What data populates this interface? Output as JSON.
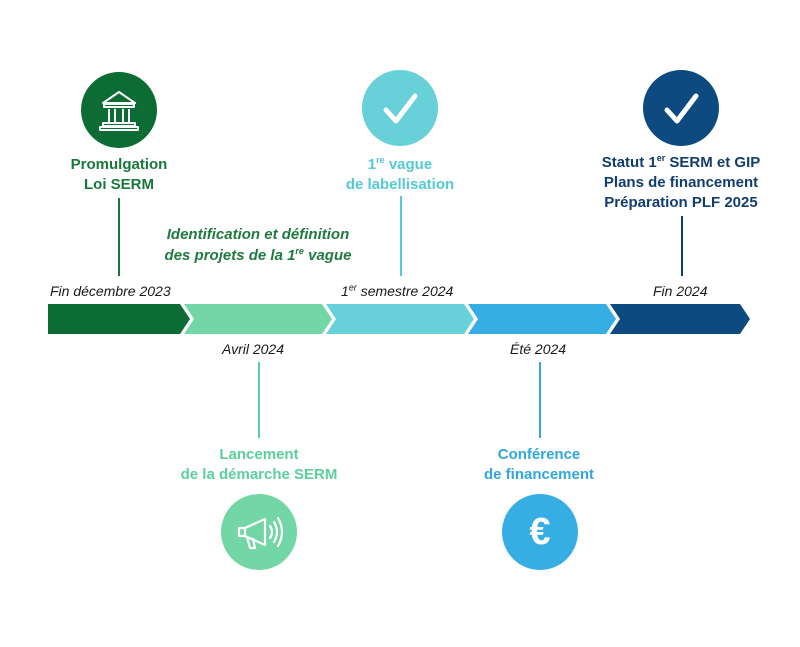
{
  "colors": {
    "dark_green": "#0d6b34",
    "mint": "#72d6a6",
    "cyan": "#68d0d9",
    "blue": "#37aee3",
    "navy": "#0d4a80",
    "green_text": "#17783c",
    "mint_text": "#5ccf9e",
    "cyan_text": "#55c9d6",
    "blue_text": "#32a7dd",
    "navy_text": "#123d6f"
  },
  "timeline": {
    "segments": [
      "segment-dark-green",
      "segment-mint",
      "segment-cyan",
      "segment-blue",
      "segment-navy"
    ],
    "dates": {
      "fin_decembre_2023": "Fin décembre 2023",
      "avril_2024": "Avril 2024",
      "premier_semestre_prefix": "1",
      "premier_semestre_sup": "er",
      "premier_semestre_rest": " semestre 2024",
      "ete_2024": "Été 2024",
      "fin_2024": "Fin 2024"
    }
  },
  "milestones": {
    "promulgation": {
      "icon": "bank-building-icon",
      "line1": "Promulgation",
      "line2": "Loi SERM"
    },
    "identification": {
      "line1": "Identification et définition",
      "line2_prefix": "des projets de la 1",
      "line2_sup": "re",
      "line2_suffix": " vague"
    },
    "labellisation": {
      "icon": "checkmark-icon",
      "line1_prefix": "1",
      "line1_sup": "re",
      "line1_suffix": " vague",
      "line2": "de labellisation"
    },
    "statut": {
      "icon": "checkmark-icon",
      "line1_prefix": "Statut 1",
      "line1_sup": "er",
      "line1_suffix": " SERM et GIP",
      "line2": "Plans de financement",
      "line3": "Préparation PLF 2025"
    },
    "lancement": {
      "icon": "megaphone-icon",
      "line1": "Lancement",
      "line2": "de la démarche SERM"
    },
    "conference": {
      "icon": "euro-icon",
      "icon_glyph": "€",
      "line1": "Conférence",
      "line2": "de financement"
    }
  }
}
